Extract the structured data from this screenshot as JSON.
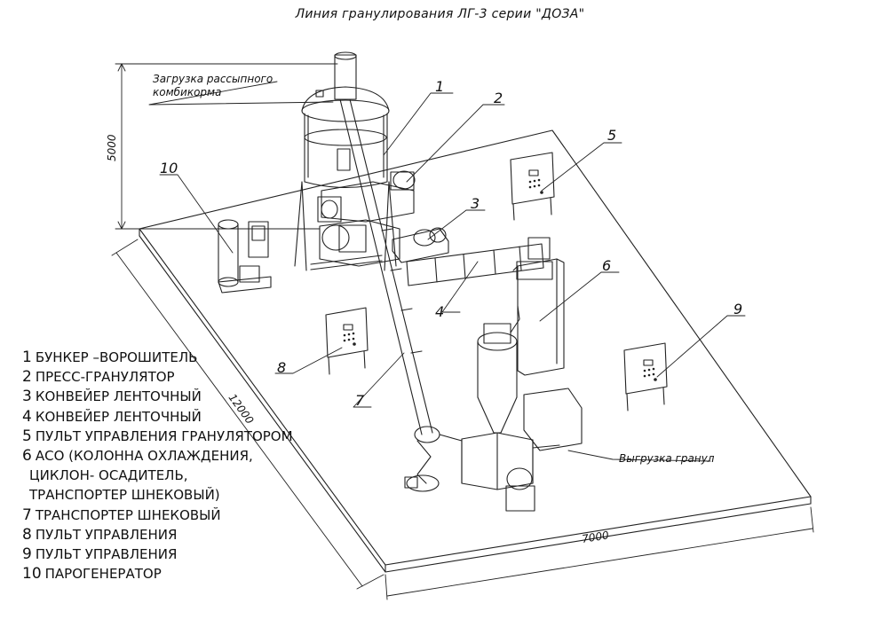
{
  "title": "Линия гранулирования ЛГ-3 серии \"ДОЗА\"",
  "annotations": {
    "loading": [
      "Загрузка рассыпного",
      "комбикорма"
    ],
    "unloading": "Выгрузка гранул"
  },
  "dimensions": {
    "height": "5000",
    "depth": "12000",
    "width": "7000"
  },
  "callouts": [
    "1",
    "2",
    "3",
    "4",
    "5",
    "6",
    "7",
    "8",
    "9",
    "10"
  ],
  "legend": [
    {
      "num": "1",
      "text": "БУНКЕР –ВОРОШИТЕЛЬ"
    },
    {
      "num": "2",
      "text": "ПРЕСС-ГРАНУЛЯТОР"
    },
    {
      "num": "3",
      "text": "КОНВЕЙЕР ЛЕНТОЧНЫЙ"
    },
    {
      "num": "4",
      "text": "КОНВЕЙЕР ЛЕНТОЧНЫЙ"
    },
    {
      "num": "5",
      "text": "ПУЛЬТ УПРАВЛЕНИЯ ГРАНУЛЯТОРОМ"
    },
    {
      "num": "6",
      "text": "АСО (КОЛОННА ОХЛАЖДЕНИЯ,",
      "cont": [
        "ЦИКЛОН- ОСАДИТЕЛЬ,",
        "ТРАНСПОРТЕР ШНЕКОВЫЙ)"
      ]
    },
    {
      "num": "7",
      "text": "ТРАНСПОРТЕР ШНЕКОВЫЙ"
    },
    {
      "num": "8",
      "text": "ПУЛЬТ УПРАВЛЕНИЯ"
    },
    {
      "num": "9",
      "text": "ПУЛЬТ УПРАВЛЕНИЯ"
    },
    {
      "num": "10",
      "text": "ПАРОГЕНЕРАТОР"
    }
  ]
}
